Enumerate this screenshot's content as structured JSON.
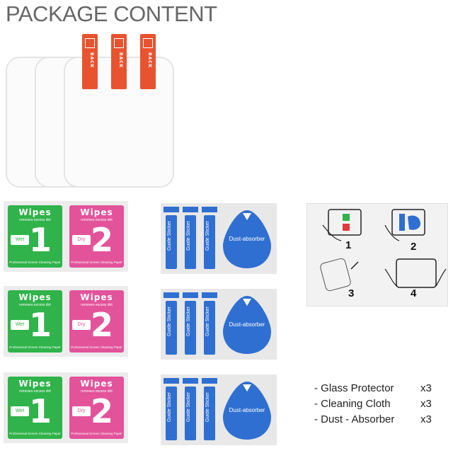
{
  "header": {
    "title": "PACKAGE CONTENT"
  },
  "glass": {
    "tab_label": "BACK"
  },
  "wipes": {
    "heading": "Wipes",
    "subheading": "removes excess dirt",
    "footer": "Professional Screen Cleaning Paper",
    "wet_label": "Wet",
    "dry_label": "Dry",
    "wet_number": "1",
    "dry_number": "2"
  },
  "stickers": {
    "guide_label": "Guide Sticker",
    "dust_label": "Dust-absorber"
  },
  "instructions": {
    "steps": [
      "1",
      "2",
      "3",
      "4"
    ]
  },
  "contents": [
    {
      "item": "- Glass Protector",
      "qty": "x3"
    },
    {
      "item": "- Cleaning Cloth",
      "qty": "x3"
    },
    {
      "item": "- Dust - Absorber",
      "qty": "x3"
    }
  ],
  "colors": {
    "wet": "#2fb34a",
    "dry": "#e2539a",
    "sticker": "#2f6fd1",
    "tab": "#e8532f"
  }
}
